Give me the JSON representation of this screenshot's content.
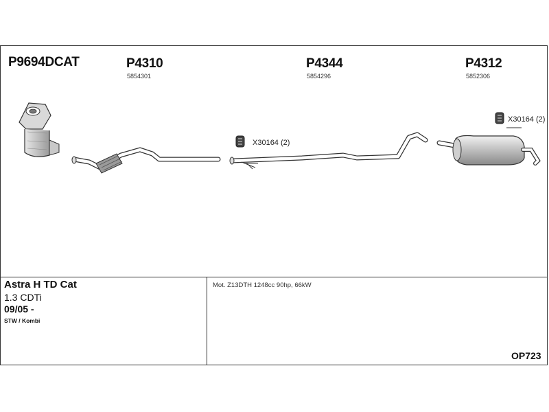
{
  "parts": [
    {
      "code": "P9694DCAT",
      "oe": ""
    },
    {
      "code": "P4310",
      "oe": "5854301"
    },
    {
      "code": "P4344",
      "oe": "5854296"
    },
    {
      "code": "P4312",
      "oe": "5852306"
    }
  ],
  "clamps": [
    {
      "label": "X30164 (2)",
      "icon": "clamp-icon"
    },
    {
      "label": "X30164 (2)",
      "icon": "clamp-icon"
    }
  ],
  "vehicle": {
    "model": "Astra H TD Cat",
    "engine": "1.3 CDTi",
    "year": "09/05 -",
    "body": "STW / Kombi"
  },
  "motor_info": "Mot. Z13DTH 1248cc 90hp, 66kW",
  "reference": "OP723"
}
